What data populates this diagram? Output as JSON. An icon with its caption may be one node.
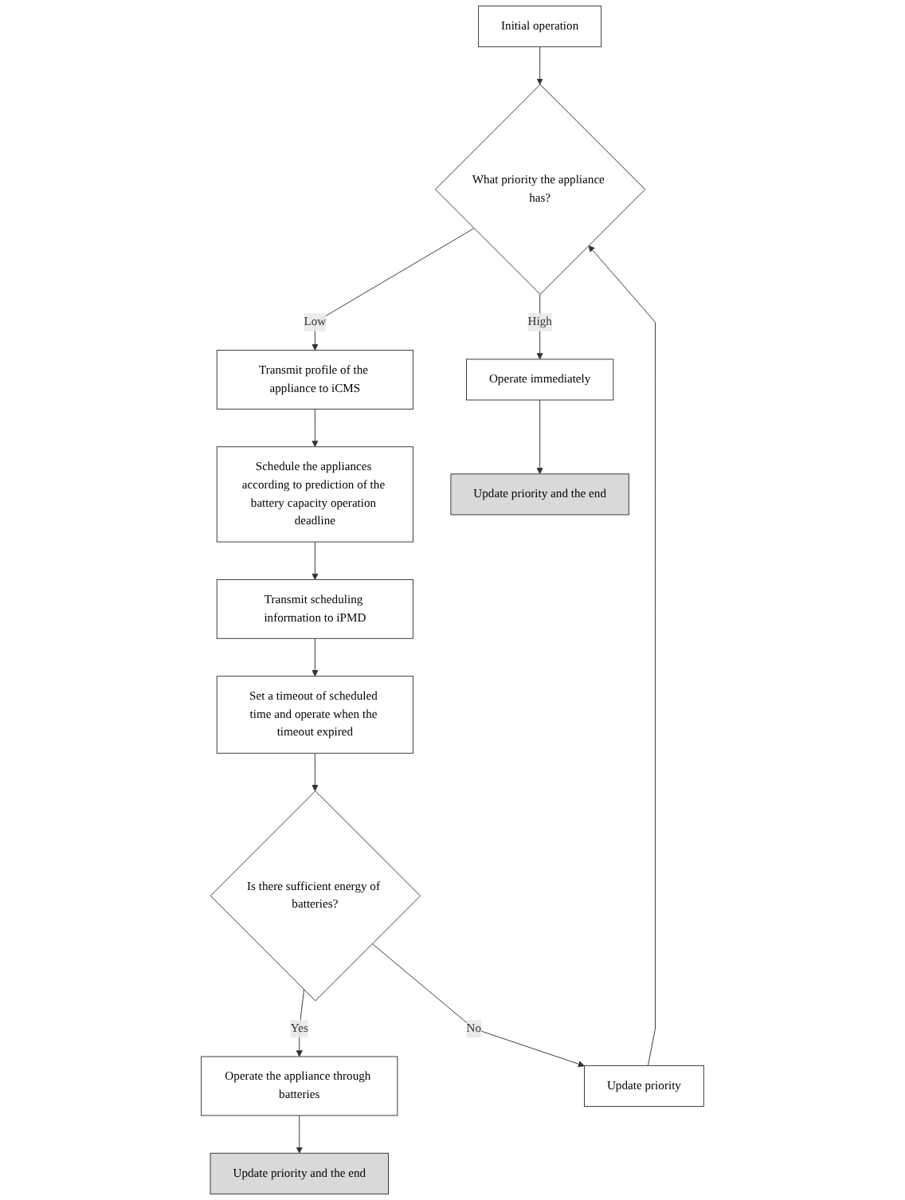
{
  "diagram": {
    "nodes": [
      {
        "text": [
          "Initial operation"
        ]
      },
      {
        "text": [
          "What priority the appliance has?"
        ]
      },
      {
        "text": [
          "Operate immediately"
        ]
      },
      {
        "text": [
          "Transmit profile of the appliance to iCMS"
        ]
      },
      {
        "text": [
          "Schedule the appliances according to prediction of the battery capacity operation deadline"
        ]
      },
      {
        "text": [
          "Transmit scheduling information to iPMD"
        ]
      },
      {
        "text": [
          "Set a timeout of scheduled time and operate when the timeout expired"
        ]
      },
      {
        "text": [
          "Update priority and the end"
        ]
      },
      {
        "text": [
          "Is there sufficient energy of batteries?"
        ]
      },
      {
        "text": [
          "Operate the appliance through batteries"
        ]
      },
      {
        "text": [
          "Update priority"
        ]
      },
      {
        "text": [
          "Update priority and the end"
        ]
      }
    ],
    "edges": [
      {
        "from": 0,
        "to": 1,
        "arrow": "to"
      },
      {
        "from": 1,
        "to": 2,
        "arrow": "to",
        "label": "High"
      },
      {
        "from": 1,
        "to": 3,
        "arrow": "to",
        "label": "Low"
      },
      {
        "from": 3,
        "to": 4,
        "arrow": "to"
      },
      {
        "from": 4,
        "to": 5,
        "arrow": "to"
      },
      {
        "from": 5,
        "to": 6,
        "arrow": "to"
      },
      {
        "from": 2,
        "to": 7,
        "arrow": "to"
      },
      {
        "from": 6,
        "to": 8,
        "arrow": "to"
      },
      {
        "from": 8,
        "to": 9,
        "arrow": "to",
        "label": "Yes"
      },
      {
        "from": 8,
        "to": 10,
        "arrow": "to",
        "label": "No"
      },
      {
        "from": 9,
        "to": 11,
        "arrow": "to"
      },
      {
        "from": 10,
        "to": 1,
        "arrow": "to"
      }
    ]
  }
}
